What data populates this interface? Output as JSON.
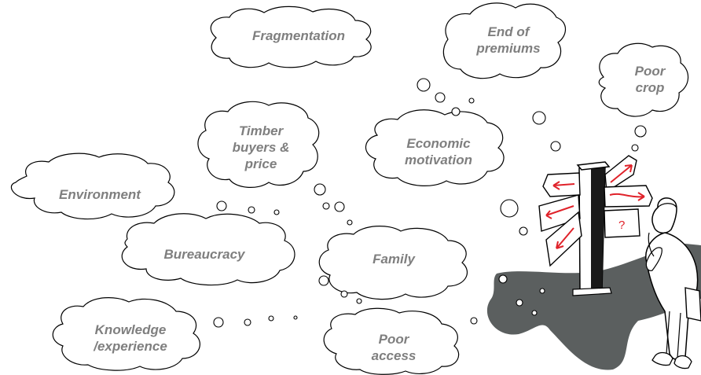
{
  "thoughts": {
    "fragmentation": "Fragmentation",
    "end_of_premiums_l1": "End of",
    "end_of_premiums_l2": "premiums",
    "poor_crop_l1": "Poor",
    "poor_crop_l2": "crop",
    "timber_l1": "Timber",
    "timber_l2": "buyers &",
    "timber_l3": "price",
    "economic_l1": "Economic",
    "economic_l2": "motivation",
    "environment": "Environment",
    "bureaucracy": "Bureaucracy",
    "family": "Family",
    "knowledge_l1": "Knowledge",
    "knowledge_l2": "/experience",
    "poor_access_l1": "Poor",
    "poor_access_l2": "access"
  },
  "signpost": {
    "question_mark": "?"
  },
  "colors": {
    "text": "#7f7f7f",
    "shadow": "#5b5f5f",
    "arrows": "#e0222a",
    "outline": "#000000"
  }
}
